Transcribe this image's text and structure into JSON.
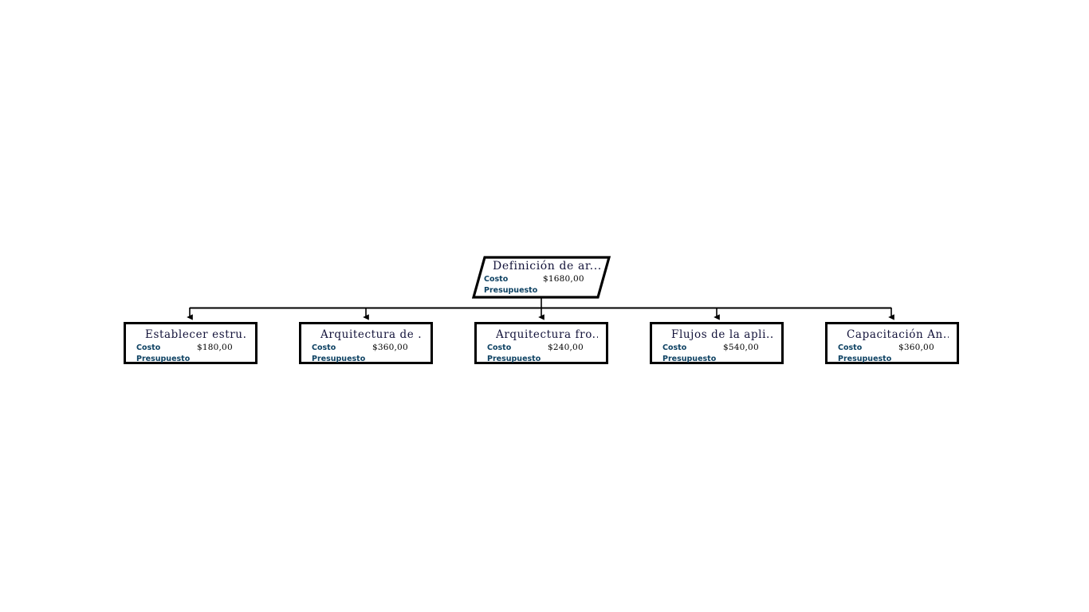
{
  "diagram": {
    "type": "work-breakdown-tree",
    "orientation": "top-down",
    "background_color": "#ffffff",
    "title_color": "#13133a",
    "label_color": "#0e4263",
    "value_color": "#000000",
    "border_color": "#000000",
    "attribute_labels": {
      "cost": "Costo",
      "budget": "Presupuesto"
    },
    "root": {
      "id": "root",
      "shape": "parallelogram",
      "title": "Definición de ar...",
      "cost_label": "Costo",
      "cost_value": "$1680,00",
      "budget_label": "Presupuesto",
      "budget_value": ""
    },
    "children": [
      {
        "id": "child-1",
        "shape": "rectangle",
        "title": "Establecer estru...",
        "cost_label": "Costo",
        "cost_value": "$180,00",
        "budget_label": "Presupuesto",
        "budget_value": ""
      },
      {
        "id": "child-2",
        "shape": "rectangle",
        "title": "Arquitectura de ...",
        "cost_label": "Costo",
        "cost_value": "$360,00",
        "budget_label": "Presupuesto",
        "budget_value": ""
      },
      {
        "id": "child-3",
        "shape": "rectangle",
        "title": "Arquitectura fro...",
        "cost_label": "Costo",
        "cost_value": "$240,00",
        "budget_label": "Presupuesto",
        "budget_value": ""
      },
      {
        "id": "child-4",
        "shape": "rectangle",
        "title": "Flujos de la apli...",
        "cost_label": "Costo",
        "cost_value": "$540,00",
        "budget_label": "Presupuesto",
        "budget_value": ""
      },
      {
        "id": "child-5",
        "shape": "rectangle",
        "title": "Capacitación An...",
        "cost_label": "Costo",
        "cost_value": "$360,00",
        "budget_label": "Presupuesto",
        "budget_value": ""
      }
    ],
    "edges": [
      {
        "from": "root",
        "to": "child-1",
        "style": "orthogonal-arrow"
      },
      {
        "from": "root",
        "to": "child-2",
        "style": "orthogonal-arrow"
      },
      {
        "from": "root",
        "to": "child-3",
        "style": "orthogonal-arrow"
      },
      {
        "from": "root",
        "to": "child-4",
        "style": "orthogonal-arrow"
      },
      {
        "from": "root",
        "to": "child-5",
        "style": "orthogonal-arrow"
      }
    ]
  }
}
